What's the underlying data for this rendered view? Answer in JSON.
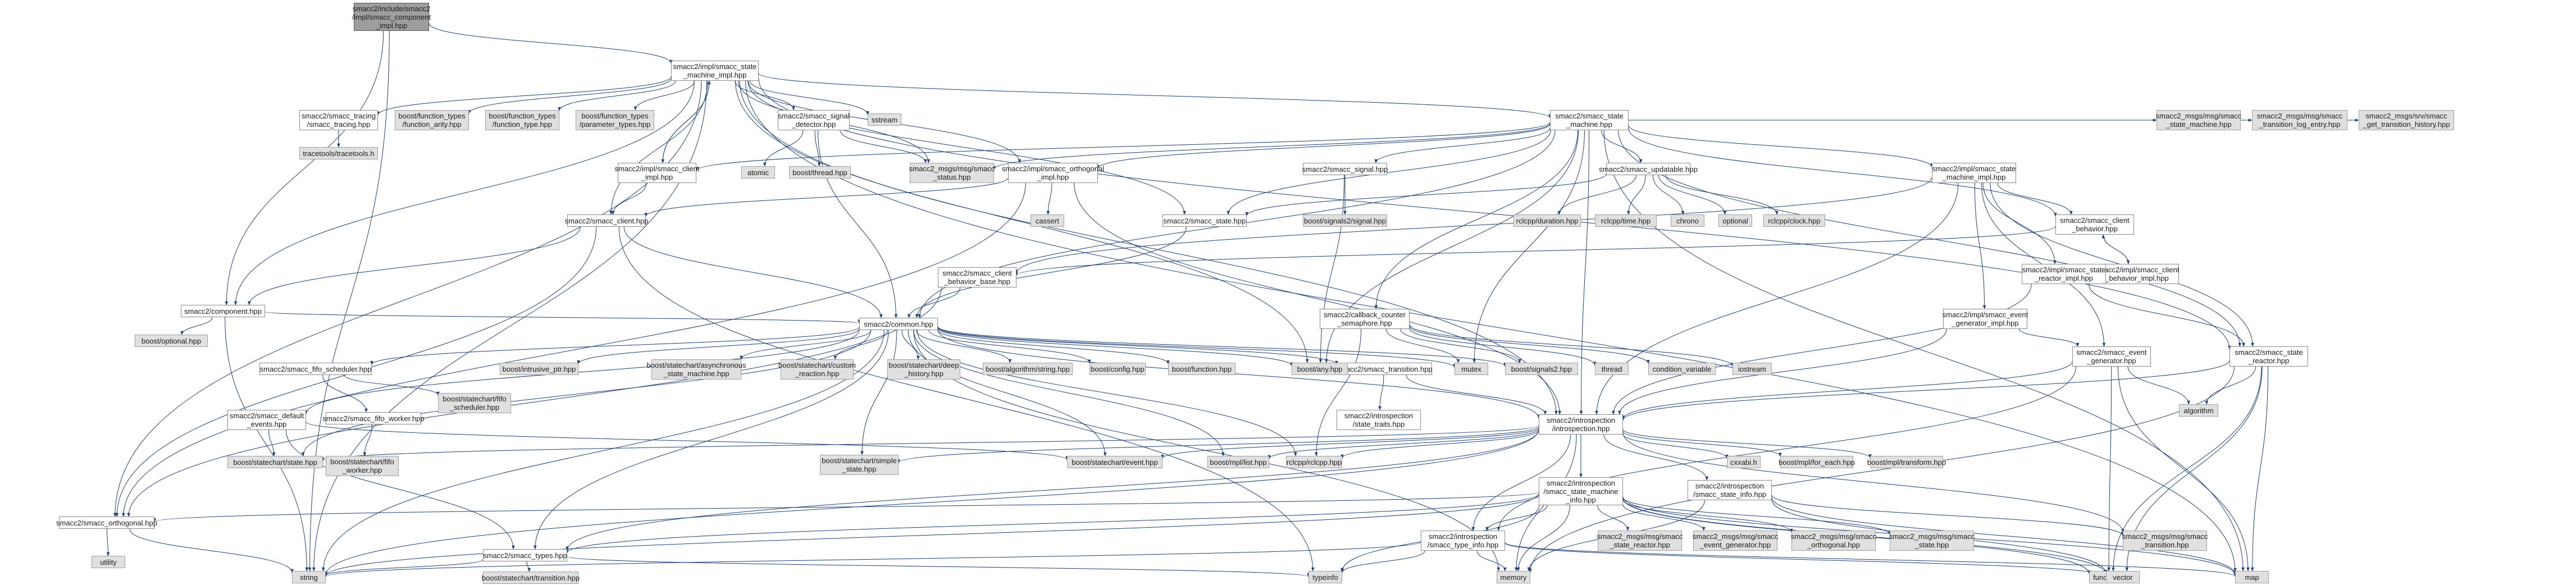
{
  "nodes": {
    "root": "smacc2/include/smacc2\n/impl/smacc_component\n_impl.hpp",
    "sm_impl": "smacc2/impl/smacc_state\n_machine_impl.hpp",
    "comp": "smacc2/component.hpp",
    "boost_optional": "boost/optional.hpp",
    "tracing": "smacc2/smacc_tracing\n/smacc_tracing.hpp",
    "tracetools": "tracetools/tracetools.h",
    "fn_arity": "boost/function_types\n/function_arity.hpp",
    "fn_type": "boost/function_types\n/function_type.hpp",
    "param_types": "boost/function_types\n/parameter_types.hpp",
    "signal_det": "smacc2/smacc_signal\n_detector.hpp",
    "atomic": "atomic",
    "boost_thread": "boost/thread.hpp",
    "sstream": "sstream",
    "client_impl": "smacc2/impl/smacc_client\n_impl.hpp",
    "client": "smacc2/smacc_client.hpp",
    "msg_status": "smacc2_msgs/msg/smacc\n_status.hpp",
    "orth_impl": "smacc2/impl/smacc_orthogonal\n_impl.hpp",
    "cassert": "cassert",
    "state_machine": "smacc2/smacc_state\n_machine.hpp",
    "signal": "smacc2/smacc_signal.hpp",
    "boost_signals2_signal": "boost/signals2/signal.hpp",
    "updatable": "smacc2/smacc_updatable.hpp",
    "rclcpp_duration": "rclcpp/duration.hpp",
    "rclcpp_time": "rclcpp/time.hpp",
    "chrono": "chrono",
    "optional": "optional",
    "rclcpp_clock": "rclcpp/clock.hpp",
    "state_machine_impl": "smacc2/impl/smacc_state\n_machine_impl.hpp",
    "client_behavior": "smacc2/smacc_client\n_behavior.hpp",
    "client_behavior_impl": "smacc2/impl/smacc_client\n_behavior_impl.hpp",
    "msg_sm": "smacc2_msgs/msg/smacc\n_state_machine.hpp",
    "msg_log": "smacc2_msgs/msg/smacc\n_transition_log_entry.hpp",
    "srv_hist": "smacc2_msgs/srv/smacc\n_get_transition_history.hpp",
    "state": "smacc2/smacc_state.hpp",
    "client_behavior_base": "smacc2/smacc_client\n_behavior_base.hpp",
    "counter_sem": "smacc2/callback_counter\n_semaphore.hpp",
    "event_gen_impl": "smacc2/impl/smacc_event\n_generator_impl.hpp",
    "state_reactor_impl": "smacc2/impl/smacc_state\n_reactor_impl.hpp",
    "event_generator": "smacc2/smacc_event\n_generator.hpp",
    "state_reactor": "smacc2/smacc_state\n_reactor.hpp",
    "algorithm": "algorithm",
    "common": "smacc2/common.hpp",
    "fifo_sched": "smacc2/smacc_fifo_scheduler.hpp",
    "intrusive_ptr": "boost/intrusive_ptr.hpp",
    "async_sm": "boost/statechart/asynchronous\n_state_machine.hpp",
    "custom_reaction": "boost/statechart/custom\n_reaction.hpp",
    "deep_history": "boost/statechart/deep\n_history.hpp",
    "algo_string": "boost/algorithm/string.hpp",
    "boost_config": "boost/config.hpp",
    "boost_function": "boost/function.hpp",
    "transition": "smacc2/smacc_transition.hpp",
    "boost_any": "boost/any.hpp",
    "mutex": "mutex",
    "boost_signals2": "boost/signals2.hpp",
    "thread": "thread",
    "cond_var": "condition_variable",
    "iostream": "iostream",
    "fifo_sched_sc": "boost/statechart/fifo\n_scheduler.hpp",
    "default_events": "smacc2/smacc_default\n_events.hpp",
    "fifo_worker": "smacc2/smacc_fifo_worker.hpp",
    "fifo_worker_sc": "boost/statechart/fifo\n_worker.hpp",
    "introspection_traits": "smacc2/introspection\n/state_traits.hpp",
    "introspection": "smacc2/introspection\n/introspection.hpp",
    "sc_state": "boost/statechart/state.hpp",
    "simple_state": "boost/statechart/simple\n_state.hpp",
    "sc_event": "boost/statechart/event.hpp",
    "mpl_list": "boost/mpl/list.hpp",
    "rclcpp": "rclcpp/rclcpp.hpp",
    "cxxabi": "cxxabi.h",
    "mpl_for_each": "boost/mpl/for_each.hpp",
    "mpl_transform": "boost/mpl/transform.hpp",
    "sm_info": "smacc2/introspection\n/smacc_state_machine\n_info.hpp",
    "state_info": "smacc2/introspection\n/smacc_state_info.hpp",
    "orthogonal": "smacc2/smacc_orthogonal.hpp",
    "utility": "utility",
    "types": "smacc2/smacc_types.hpp",
    "sc_transition": "boost/statechart/transition.hpp",
    "type_info": "smacc2/introspection\n/smacc_type_info.hpp",
    "msg_state_reactor": "smacc2_msgs/msg/smacc\n_state_reactor.hpp",
    "msg_event_gen": "smacc2_msgs/msg/smacc\n_event_generator.hpp",
    "msg_orth": "smacc2_msgs/msg/smacc\n_orthogonal.hpp",
    "msg_state": "smacc2_msgs/msg/smacc\n_state.hpp",
    "msg_transition": "smacc2_msgs/msg/smacc\n_transition.hpp",
    "functional": "functional",
    "string": "string",
    "typeinfo": "typeinfo",
    "memory": "memory",
    "vector": "vector",
    "map": "map"
  },
  "colors": {
    "edge": "#1f3f73",
    "node_border": "#8a8a8a",
    "external_fill": "#e0e0e0",
    "root_fill": "#9e9e9e"
  }
}
